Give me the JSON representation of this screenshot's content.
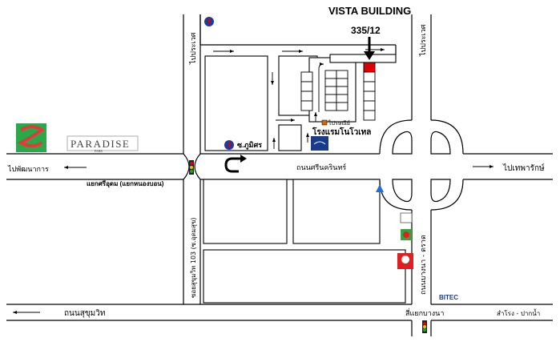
{
  "map": {
    "title": "VISTA BUILDING",
    "address": "335/12",
    "hotel_label": "โรงแรมโนโวเทล",
    "post_office_label": "ไปรษณีย์",
    "gas_station_label": "ซ.ภูมิศร",
    "paradise_logo": "PARADISE",
    "paradise_sub": "PARK",
    "road_main": "ถนนศรีนครินทร์",
    "road_sukhumvit": "ถนนสุขุมวิท",
    "road_bangna": "ถนนบางนา - ตราด",
    "soi_label": "ซอยสุขุมวิท 103 (ซ.อุดมสุข)",
    "to_prawet": "ไปประเวศ",
    "to_pattanakarn": "ไปพัฒนาการ",
    "to_prawet_right": "ไปประเวศ",
    "to_thepharak": "ไปเทพารักษ์",
    "junction_label": "แยกศรีอุดม (แยกหนองบอน)",
    "bitec_label": "BITEC",
    "bangna_junction": "สี่แยกบางนา",
    "samrong": "สำโรง - ปากน้ำ",
    "colors": {
      "red_marker": "#e00000",
      "triangle": "#1e6fd9",
      "novotel": "#1a3a8a",
      "bitec": "#1a3a8a"
    },
    "icons": {
      "gas": "ptt-gas-icon",
      "traffic": "traffic-light-icon",
      "uturn": "u-turn-icon",
      "arrow": "down-arrow-icon"
    }
  }
}
